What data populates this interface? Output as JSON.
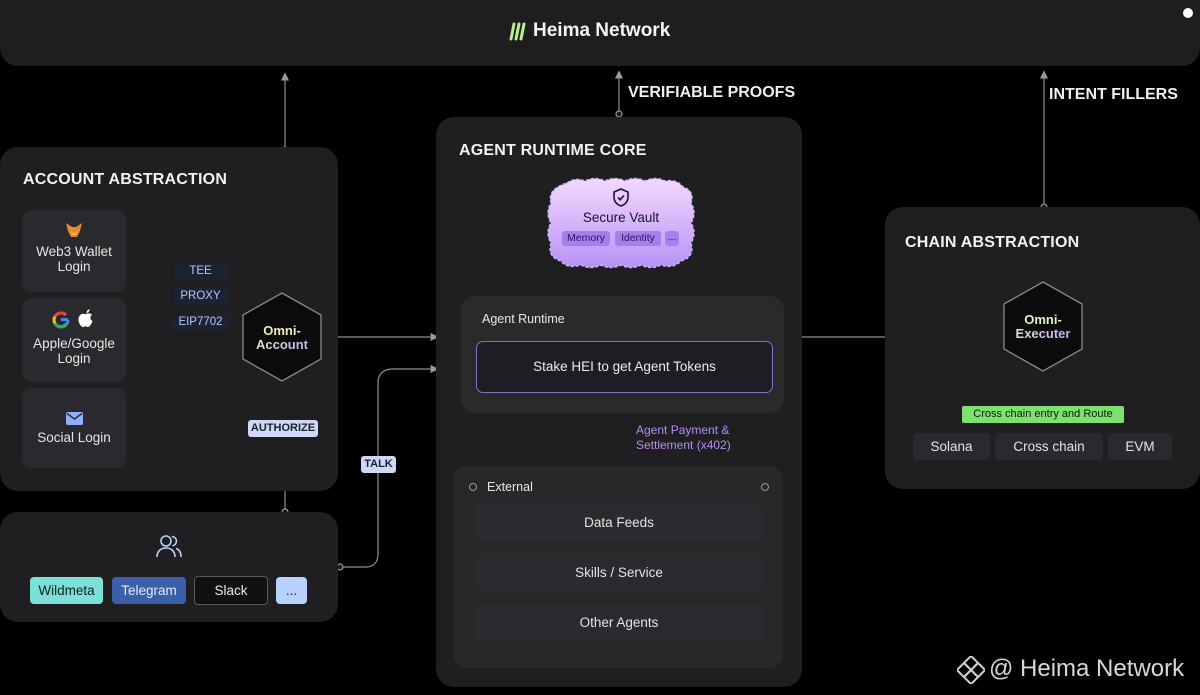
{
  "header": {
    "title": "Heima Network"
  },
  "labels": {
    "verifiable_proofs": "VERIFIABLE PROOFS",
    "intent_fillers": "INTENT FILLERS"
  },
  "account_abstraction": {
    "title": "ACCOUNT ABSTRACTION",
    "logins": [
      {
        "label_line1": "Web3 Wallet",
        "label_line2": "Login",
        "icon": "metamask-fox-icon"
      },
      {
        "label_line1": "Apple/Google",
        "label_line2": "Login",
        "icon": "google-apple-icon"
      },
      {
        "label_line1": "Social Login",
        "label_line2": "",
        "icon": "mail-icon"
      }
    ],
    "chips": [
      "TEE",
      "PROXY",
      "EIP7702"
    ],
    "hex": {
      "line1": "Omni-",
      "line2": "Account"
    },
    "authorize": "AUTHORIZE"
  },
  "channels": {
    "icon": "users-icon",
    "items": [
      "Wildmeta",
      "Telegram",
      "Slack",
      "..."
    ],
    "talk": "TALK"
  },
  "agent_runtime_core": {
    "title": "AGENT RUNTIME CORE",
    "vault": {
      "title": "Secure Vault",
      "tags": [
        "Memory",
        "Identity",
        "..."
      ],
      "icon": "shield-check-icon"
    },
    "runtime": {
      "title": "Agent Runtime",
      "stake": "Stake HEI to get Agent Tokens"
    },
    "payment": {
      "line1": "Agent Payment &",
      "line2": "Settlement (x402)"
    },
    "external": {
      "title": "External",
      "items": [
        "Data Feeds",
        "Skills / Service",
        "Other Agents"
      ]
    }
  },
  "chain_abstraction": {
    "title": "CHAIN ABSTRACTION",
    "hex": {
      "line1": "Omni-",
      "line2": "Executer"
    },
    "route": "Cross chain entry and Route",
    "chains": [
      "Solana",
      "Cross chain",
      "EVM"
    ]
  },
  "watermark": {
    "text": "@ Heima Network",
    "icon": "binance-square-icon"
  },
  "colors": {
    "hex_account_gradient": [
      "#f3efb9",
      "#b8a9ff"
    ],
    "hex_executer_gradient": [
      "#d9f3c8",
      "#b9a7ff"
    ],
    "vault_gradient": [
      "#f4d8ff",
      "#b792f5"
    ],
    "route_badge": "#7ee06f",
    "stake_border": "#8a6fc7"
  }
}
